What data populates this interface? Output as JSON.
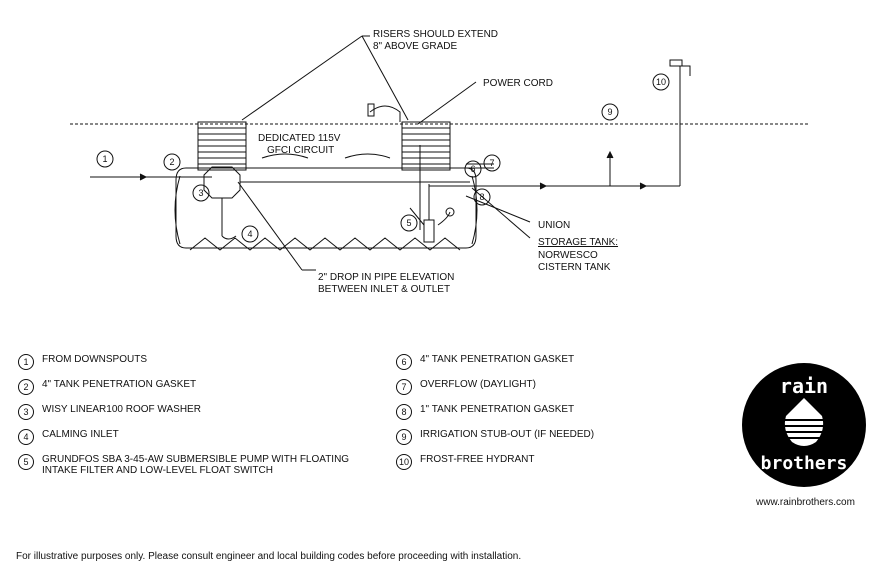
{
  "callouts": {
    "risers": [
      "RISERS SHOULD EXTEND",
      "8\" ABOVE GRADE"
    ],
    "power_cord": "POWER CORD",
    "gfci": [
      "DEDICATED 115V",
      "GFCI CIRCUIT"
    ],
    "union": "UNION",
    "storage_tank": [
      "STORAGE TANK:",
      "NORWESCO",
      "CISTERN TANK"
    ],
    "drop": [
      "2\" DROP IN PIPE ELEVATION",
      "BETWEEN INLET & OUTLET"
    ]
  },
  "markers": [
    "1",
    "2",
    "3",
    "4",
    "5",
    "6",
    "7",
    "8",
    "9",
    "10"
  ],
  "legend": [
    {
      "num": "1",
      "label": [
        "FROM DOWNSPOUTS"
      ]
    },
    {
      "num": "2",
      "label": [
        "4\" TANK PENETRATION GASKET"
      ]
    },
    {
      "num": "3",
      "label": [
        "WISY LINEAR100 ROOF WASHER"
      ]
    },
    {
      "num": "4",
      "label": [
        "CALMING INLET"
      ]
    },
    {
      "num": "5",
      "label": [
        "GRUNDFOS SBA 3-45-AW SUBMERSIBLE PUMP WITH FLOATING",
        "INTAKE FILTER AND LOW-LEVEL FLOAT SWITCH"
      ]
    },
    {
      "num": "6",
      "label": [
        "4\" TANK PENETRATION GASKET"
      ]
    },
    {
      "num": "7",
      "label": [
        "OVERFLOW (DAYLIGHT)"
      ]
    },
    {
      "num": "8",
      "label": [
        "1\" TANK PENETRATION GASKET"
      ]
    },
    {
      "num": "9",
      "label": [
        "IRRIGATION STUB-OUT (IF NEEDED)"
      ]
    },
    {
      "num": "10",
      "label": [
        "FROST-FREE HYDRANT"
      ]
    }
  ],
  "logo": {
    "top": "rain",
    "bottom": "brothers",
    "url": "www.rainbrothers.com"
  },
  "footer": "For illustrative purposes only. Please consult engineer and local building codes before proceeding with installation."
}
